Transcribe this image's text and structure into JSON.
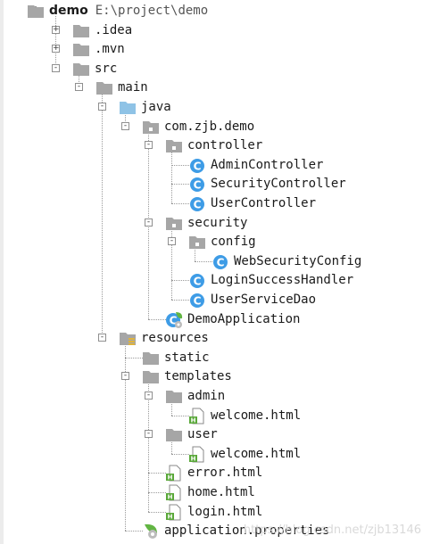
{
  "colors": {
    "folder": "#a6a6a6",
    "source_folder": "#8fc3e6",
    "class_icon": "#3e9ce6",
    "html_badge": "#5aa83a",
    "spring_leaf": "#62b543"
  },
  "tree": [
    {
      "label": "demo",
      "path": "E:\\project\\demo",
      "depth": 0,
      "toggle": "-",
      "icon": "folder",
      "bold": true,
      "name": "tree-node-demo"
    },
    {
      "label": ".idea",
      "depth": 1,
      "toggle": "+",
      "icon": "folder",
      "name": "tree-node-idea"
    },
    {
      "label": ".mvn",
      "depth": 1,
      "toggle": "+",
      "icon": "folder",
      "name": "tree-node-mvn"
    },
    {
      "label": "src",
      "depth": 1,
      "toggle": "-",
      "icon": "folder",
      "name": "tree-node-src"
    },
    {
      "label": "main",
      "depth": 2,
      "toggle": "-",
      "icon": "folder",
      "name": "tree-node-main"
    },
    {
      "label": "java",
      "depth": 3,
      "toggle": "-",
      "icon": "source-folder",
      "name": "tree-node-java"
    },
    {
      "label": "com.zjb.demo",
      "depth": 4,
      "toggle": "-",
      "icon": "package",
      "name": "tree-node-com-zjb-demo"
    },
    {
      "label": "controller",
      "depth": 5,
      "toggle": "-",
      "icon": "package",
      "name": "tree-node-controller"
    },
    {
      "label": "AdminController",
      "depth": 6,
      "icon": "class",
      "name": "tree-node-admincontroller"
    },
    {
      "label": "SecurityController",
      "depth": 6,
      "icon": "class",
      "name": "tree-node-securitycontroller"
    },
    {
      "label": "UserController",
      "depth": 6,
      "icon": "class",
      "name": "tree-node-usercontroller"
    },
    {
      "label": "security",
      "depth": 5,
      "toggle": "-",
      "icon": "package",
      "name": "tree-node-security"
    },
    {
      "label": "config",
      "depth": 6,
      "toggle": "-",
      "icon": "package",
      "name": "tree-node-config"
    },
    {
      "label": "WebSecurityConfig",
      "depth": 7,
      "icon": "class",
      "name": "tree-node-websecurityconfig"
    },
    {
      "label": "LoginSuccessHandler",
      "depth": 6,
      "icon": "class",
      "name": "tree-node-loginsuccesshandler"
    },
    {
      "label": "UserServiceDao",
      "depth": 6,
      "icon": "class",
      "name": "tree-node-userservicedao"
    },
    {
      "label": "DemoApplication",
      "depth": 5,
      "icon": "spring-class",
      "name": "tree-node-demoapplication"
    },
    {
      "label": "resources",
      "depth": 3,
      "toggle": "-",
      "icon": "resources-folder",
      "name": "tree-node-resources"
    },
    {
      "label": "static",
      "depth": 4,
      "icon": "folder",
      "name": "tree-node-static"
    },
    {
      "label": "templates",
      "depth": 4,
      "toggle": "-",
      "icon": "folder",
      "name": "tree-node-templates"
    },
    {
      "label": "admin",
      "depth": 5,
      "toggle": "-",
      "icon": "folder",
      "name": "tree-node-admin"
    },
    {
      "label": "welcome.html",
      "depth": 6,
      "icon": "html",
      "name": "tree-node-admin-welcome-html"
    },
    {
      "label": "user",
      "depth": 5,
      "toggle": "-",
      "icon": "folder",
      "name": "tree-node-user"
    },
    {
      "label": "welcome.html",
      "depth": 6,
      "icon": "html",
      "name": "tree-node-user-welcome-html"
    },
    {
      "label": "error.html",
      "depth": 5,
      "icon": "html",
      "name": "tree-node-error-html"
    },
    {
      "label": "home.html",
      "depth": 5,
      "icon": "html",
      "name": "tree-node-home-html"
    },
    {
      "label": "login.html",
      "depth": 5,
      "icon": "html",
      "name": "tree-node-login-html"
    },
    {
      "label": "application.properties",
      "depth": 4,
      "icon": "properties",
      "name": "tree-node-application-properties"
    }
  ],
  "watermark": "https://blog.csdn.net/zjb13146"
}
